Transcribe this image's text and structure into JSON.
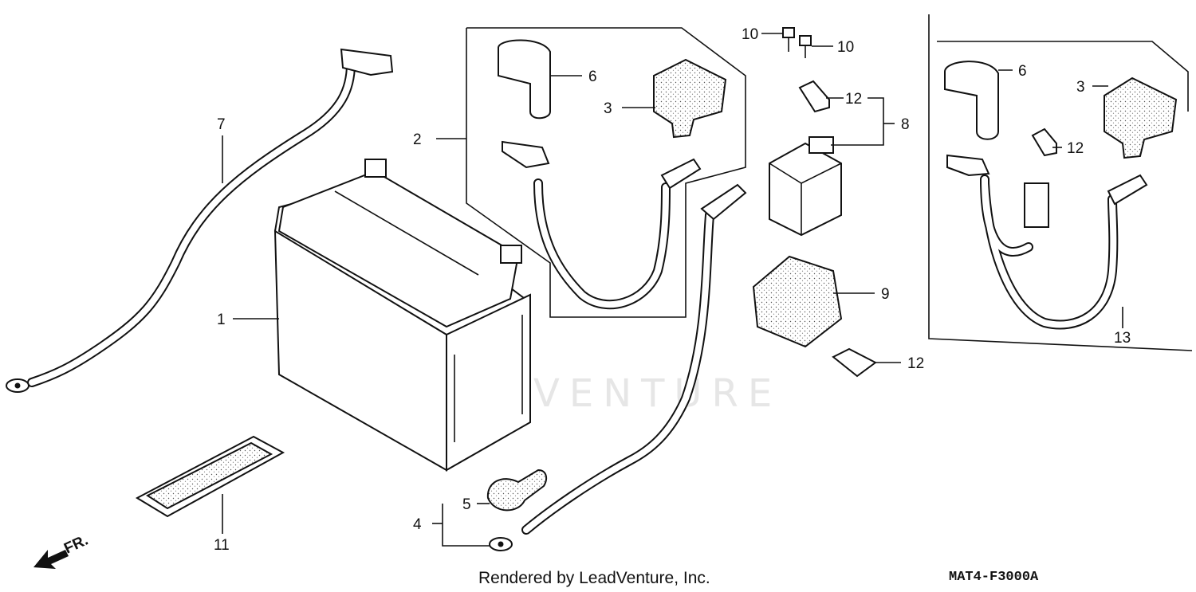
{
  "watermark": "LEADVENTURE",
  "callouts": {
    "p1": "1",
    "p2": "2",
    "p3a": "3",
    "p3b": "3",
    "p4": "4",
    "p5": "5",
    "p6a": "6",
    "p6b": "6",
    "p7": "7",
    "p8": "8",
    "p9": "9",
    "p10a": "10",
    "p10b": "10",
    "p11": "11",
    "p12a": "12",
    "p12b": "12",
    "p12c": "12",
    "p13": "13"
  },
  "front_indicator": "FR.",
  "footer": {
    "credit": "Rendered by LeadVenture, Inc.",
    "diagram_code": "MAT4-F3000A"
  }
}
